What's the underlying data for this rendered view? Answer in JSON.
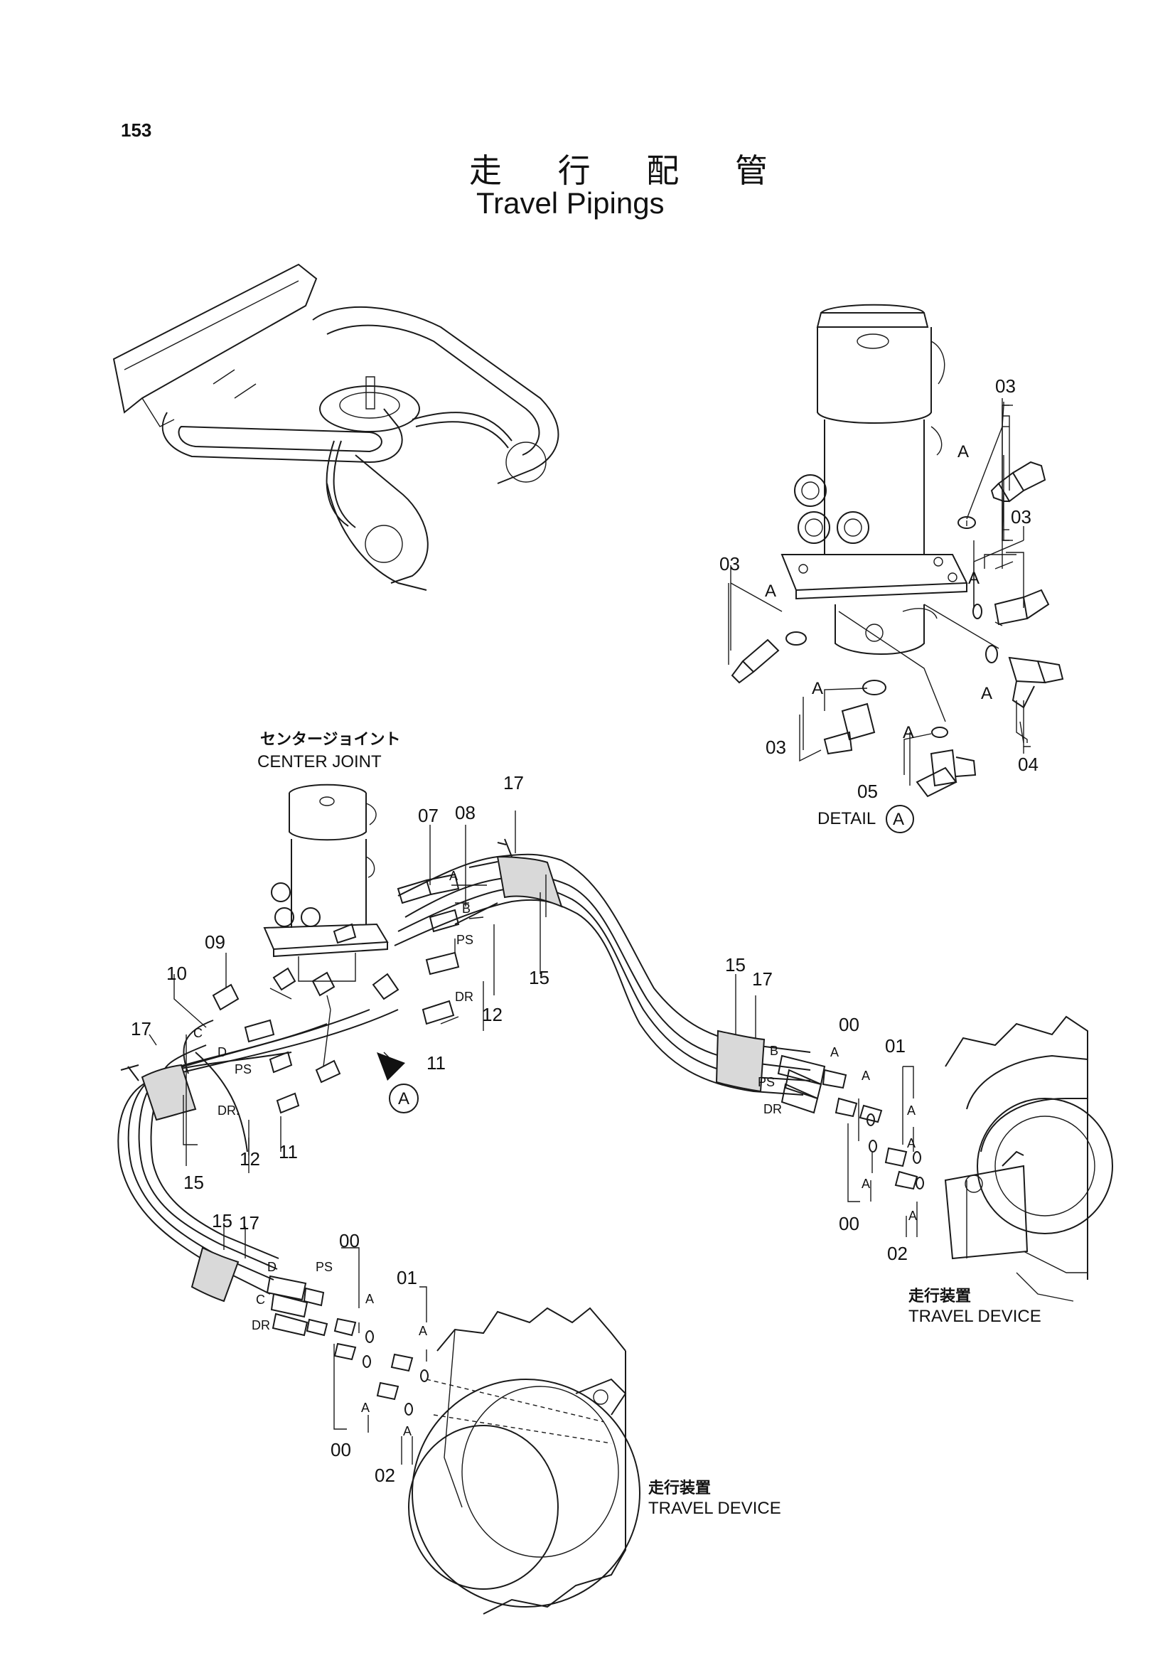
{
  "page_number": "153",
  "title_ja": "走 行 配 管",
  "title_en": "Travel Pipings",
  "center_joint": {
    "label_ja": "センタージョイント",
    "label_en": "CENTER JOINT"
  },
  "detail": {
    "label": "DETAIL",
    "marker": "A"
  },
  "travel_device_right": {
    "label_ja": "走行装置",
    "label_en": "TRAVEL DEVICE"
  },
  "travel_device_bottom": {
    "label_ja": "走行装置",
    "label_en": "TRAVEL DEVICE"
  },
  "callout_a_marker": "A",
  "detail_callouts": [
    "03",
    "03",
    "03",
    "03",
    "04",
    "05"
  ],
  "detail_a_labels": [
    "A",
    "A",
    "A",
    "A",
    "A",
    "A"
  ],
  "main_callouts": [
    "07",
    "08",
    "17",
    "09",
    "10",
    "17",
    "15",
    "12",
    "11",
    "12",
    "11",
    "15",
    "15",
    "17",
    "15",
    "17"
  ],
  "port_labels_center": [
    "A",
    "B",
    "PS",
    "DR",
    "C",
    "D",
    "PS",
    "DR."
  ],
  "right_group": {
    "ports": [
      "B",
      "A",
      "PS",
      "DR"
    ],
    "callouts": [
      "00",
      "01",
      "00",
      "02"
    ],
    "a_labels": [
      "A",
      "A",
      "A",
      "A",
      "A"
    ]
  },
  "bottom_group": {
    "ports": [
      "D",
      "PS",
      "C",
      "DR"
    ],
    "callouts": [
      "00",
      "01",
      "00",
      "02"
    ],
    "a_labels": [
      "A",
      "A",
      "A",
      "A"
    ]
  }
}
